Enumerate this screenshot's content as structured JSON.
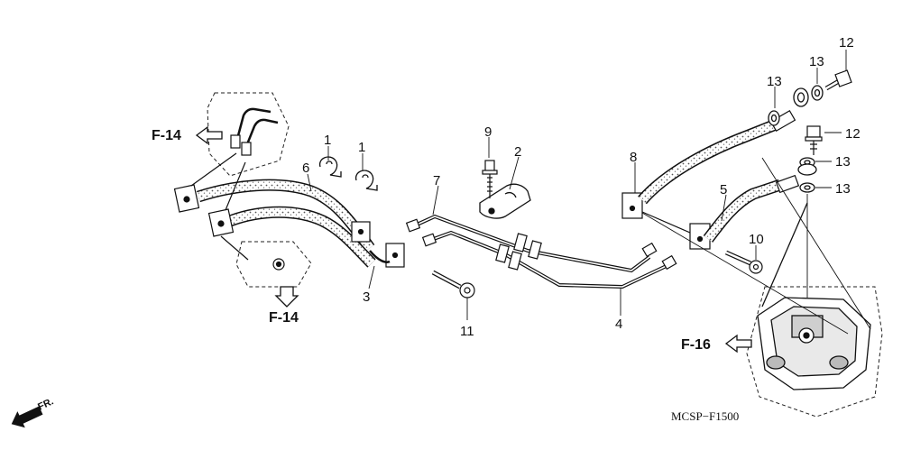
{
  "diagram": {
    "part_code": "MCSP−F1500",
    "front_label": "FR.",
    "references": [
      {
        "id": "ref-f14-top",
        "label": "F-14"
      },
      {
        "id": "ref-f14-bottom",
        "label": "F-14"
      },
      {
        "id": "ref-f16",
        "label": "F-16"
      }
    ],
    "callouts": [
      {
        "id": "c1a",
        "label": "1"
      },
      {
        "id": "c1b",
        "label": "1"
      },
      {
        "id": "c2",
        "label": "2"
      },
      {
        "id": "c3",
        "label": "3"
      },
      {
        "id": "c4",
        "label": "4"
      },
      {
        "id": "c5",
        "label": "5"
      },
      {
        "id": "c6",
        "label": "6"
      },
      {
        "id": "c7",
        "label": "7"
      },
      {
        "id": "c8",
        "label": "8"
      },
      {
        "id": "c9",
        "label": "9"
      },
      {
        "id": "c10",
        "label": "10"
      },
      {
        "id": "c11",
        "label": "11"
      },
      {
        "id": "c12a",
        "label": "12"
      },
      {
        "id": "c12b",
        "label": "12"
      },
      {
        "id": "c13a",
        "label": "13"
      },
      {
        "id": "c13b",
        "label": "13"
      },
      {
        "id": "c13c",
        "label": "13"
      },
      {
        "id": "c13d",
        "label": "13"
      }
    ]
  }
}
